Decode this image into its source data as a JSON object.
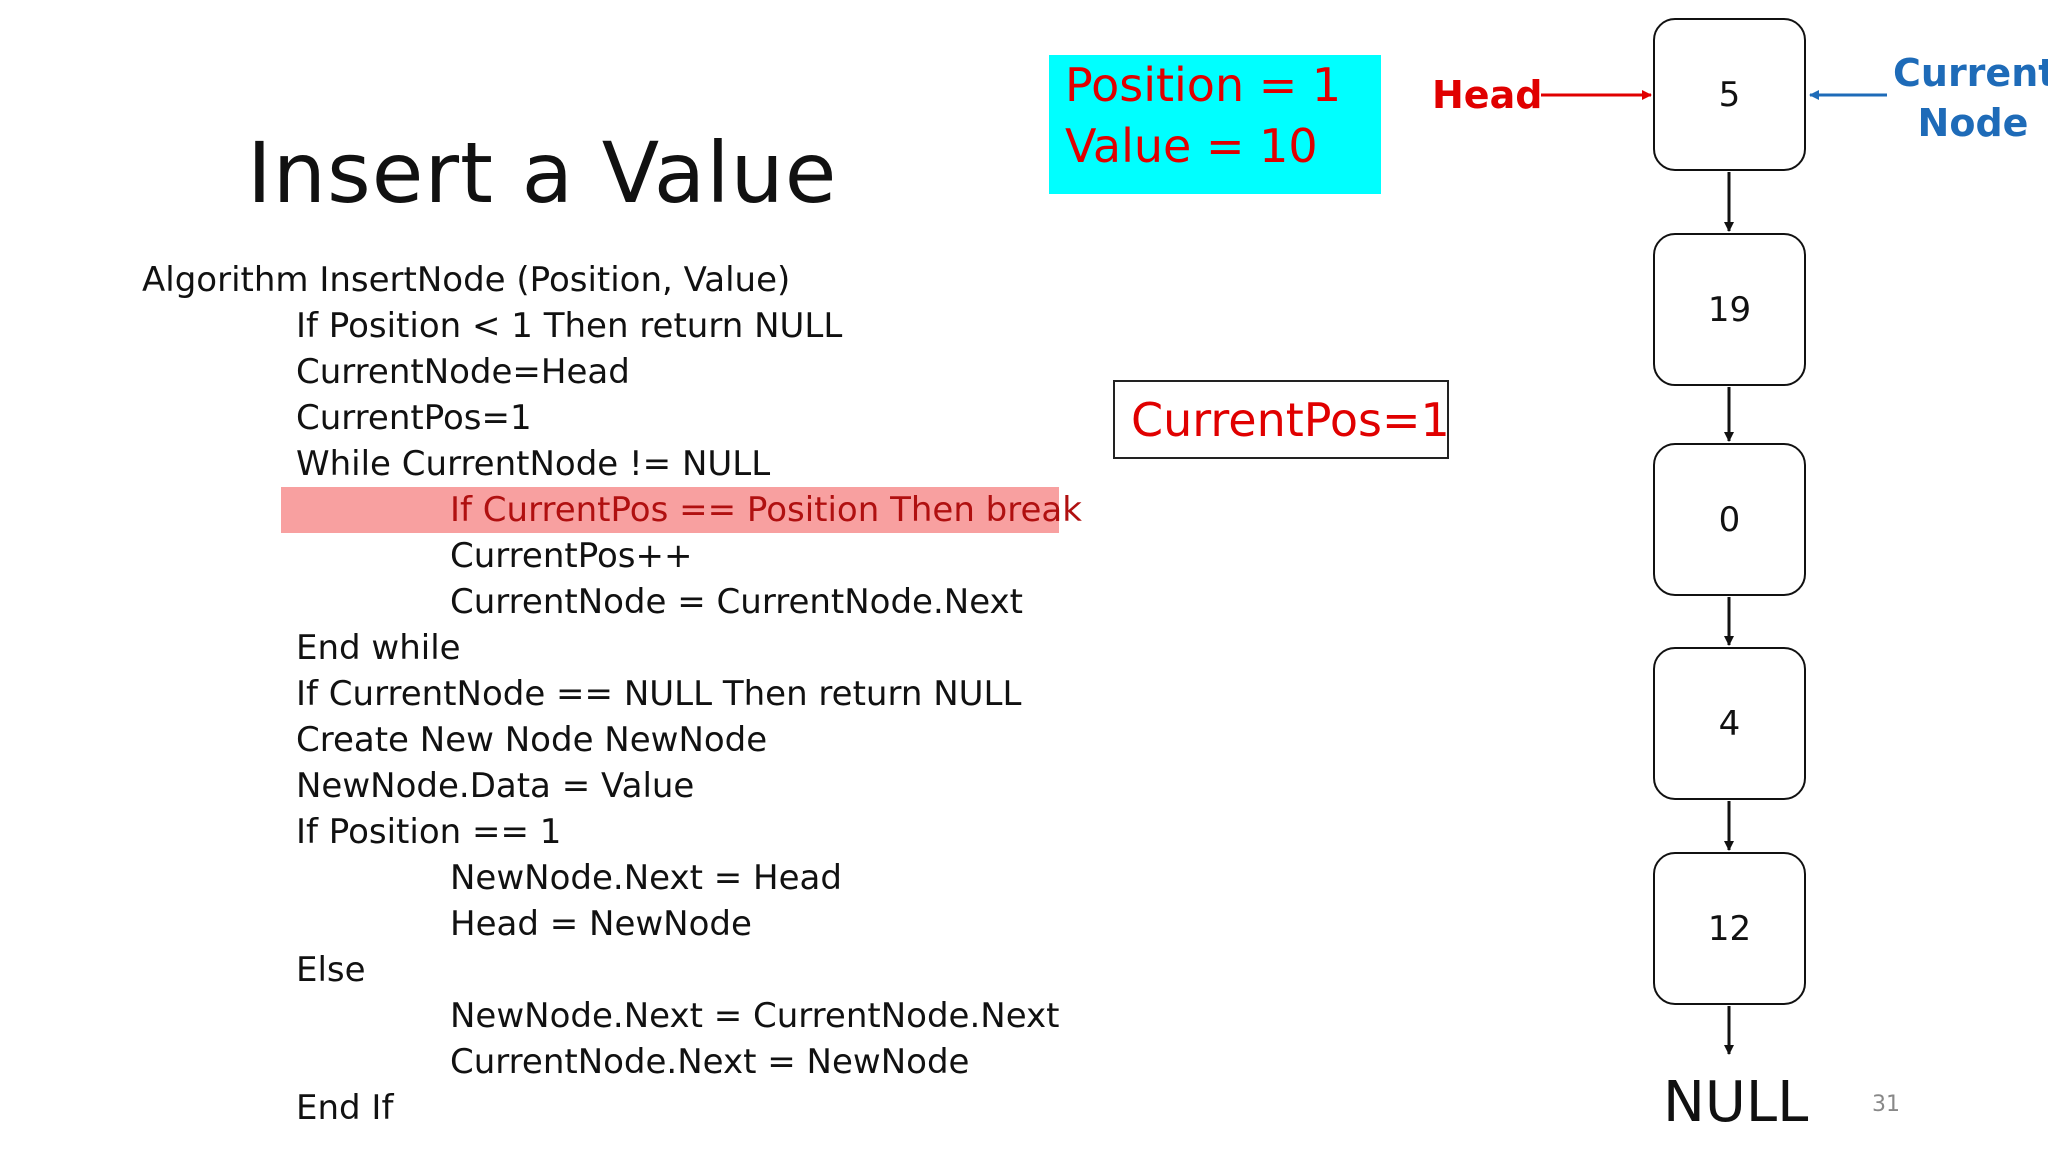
{
  "slide": {
    "title": "Insert a Value",
    "slide_number": "31"
  },
  "algorithm": {
    "lines": [
      "Algorithm InsertNode (Position, Value)",
      "If Position < 1 Then return NULL",
      "CurrentNode=Head",
      "CurrentPos=1",
      "While CurrentNode != NULL",
      "If CurrentPos == Position Then break",
      "CurrentPos++",
      "CurrentNode = CurrentNode.Next",
      "End while",
      "If CurrentNode == NULL Then return NULL",
      "Create New Node NewNode",
      "NewNode.Data = Value",
      "If Position == 1",
      "NewNode.Next = Head",
      "Head = NewNode",
      "Else",
      "NewNode.Next = CurrentNode.Next",
      "CurrentNode.Next = NewNode",
      "End If"
    ],
    "highlighted_line": 5,
    "highlight_color": "#f8a0a0"
  },
  "params": {
    "position": "Position = 1",
    "value": "Value = 10",
    "box_color": "#00ffff",
    "text_color": "#e00000"
  },
  "state": {
    "current_pos": "CurrentPos=1"
  },
  "pointers": {
    "head": "Head",
    "head_color": "#e00000",
    "current": "Current Node",
    "current_line1": "Current",
    "current_line2": "Node",
    "current_color": "#1e6bb8",
    "current_points_to_node": 0
  },
  "linked_list": {
    "nodes": [
      "5",
      "19",
      "0",
      "4",
      "12"
    ],
    "terminator": "NULL"
  }
}
